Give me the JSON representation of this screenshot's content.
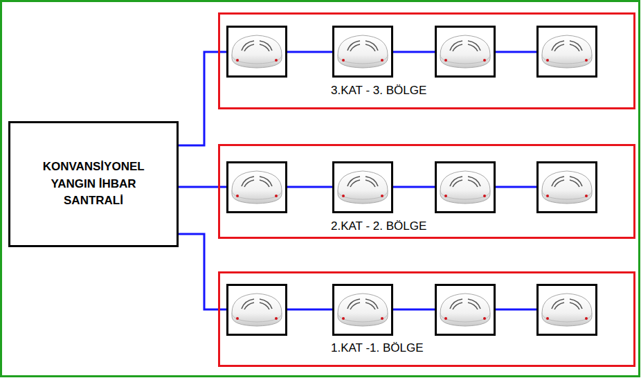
{
  "diagram": {
    "nodes": [
      {
        "text": [
          "KONVANSİYONEL YANGIN İHBAR SANTRALİ"
        ]
      },
      {
        "text": [
          "3.KAT - 3. BÖLGE"
        ]
      },
      {
        "text": [
          "2.KAT - 2. BÖLGE"
        ]
      },
      {
        "text": [
          "1.KAT -1. BÖLGE"
        ]
      }
    ],
    "edges": [
      {
        "from": 0,
        "to": 1,
        "arrow": "none"
      },
      {
        "from": 0,
        "to": 2,
        "arrow": "none"
      },
      {
        "from": 0,
        "to": 3,
        "arrow": "none"
      }
    ]
  }
}
